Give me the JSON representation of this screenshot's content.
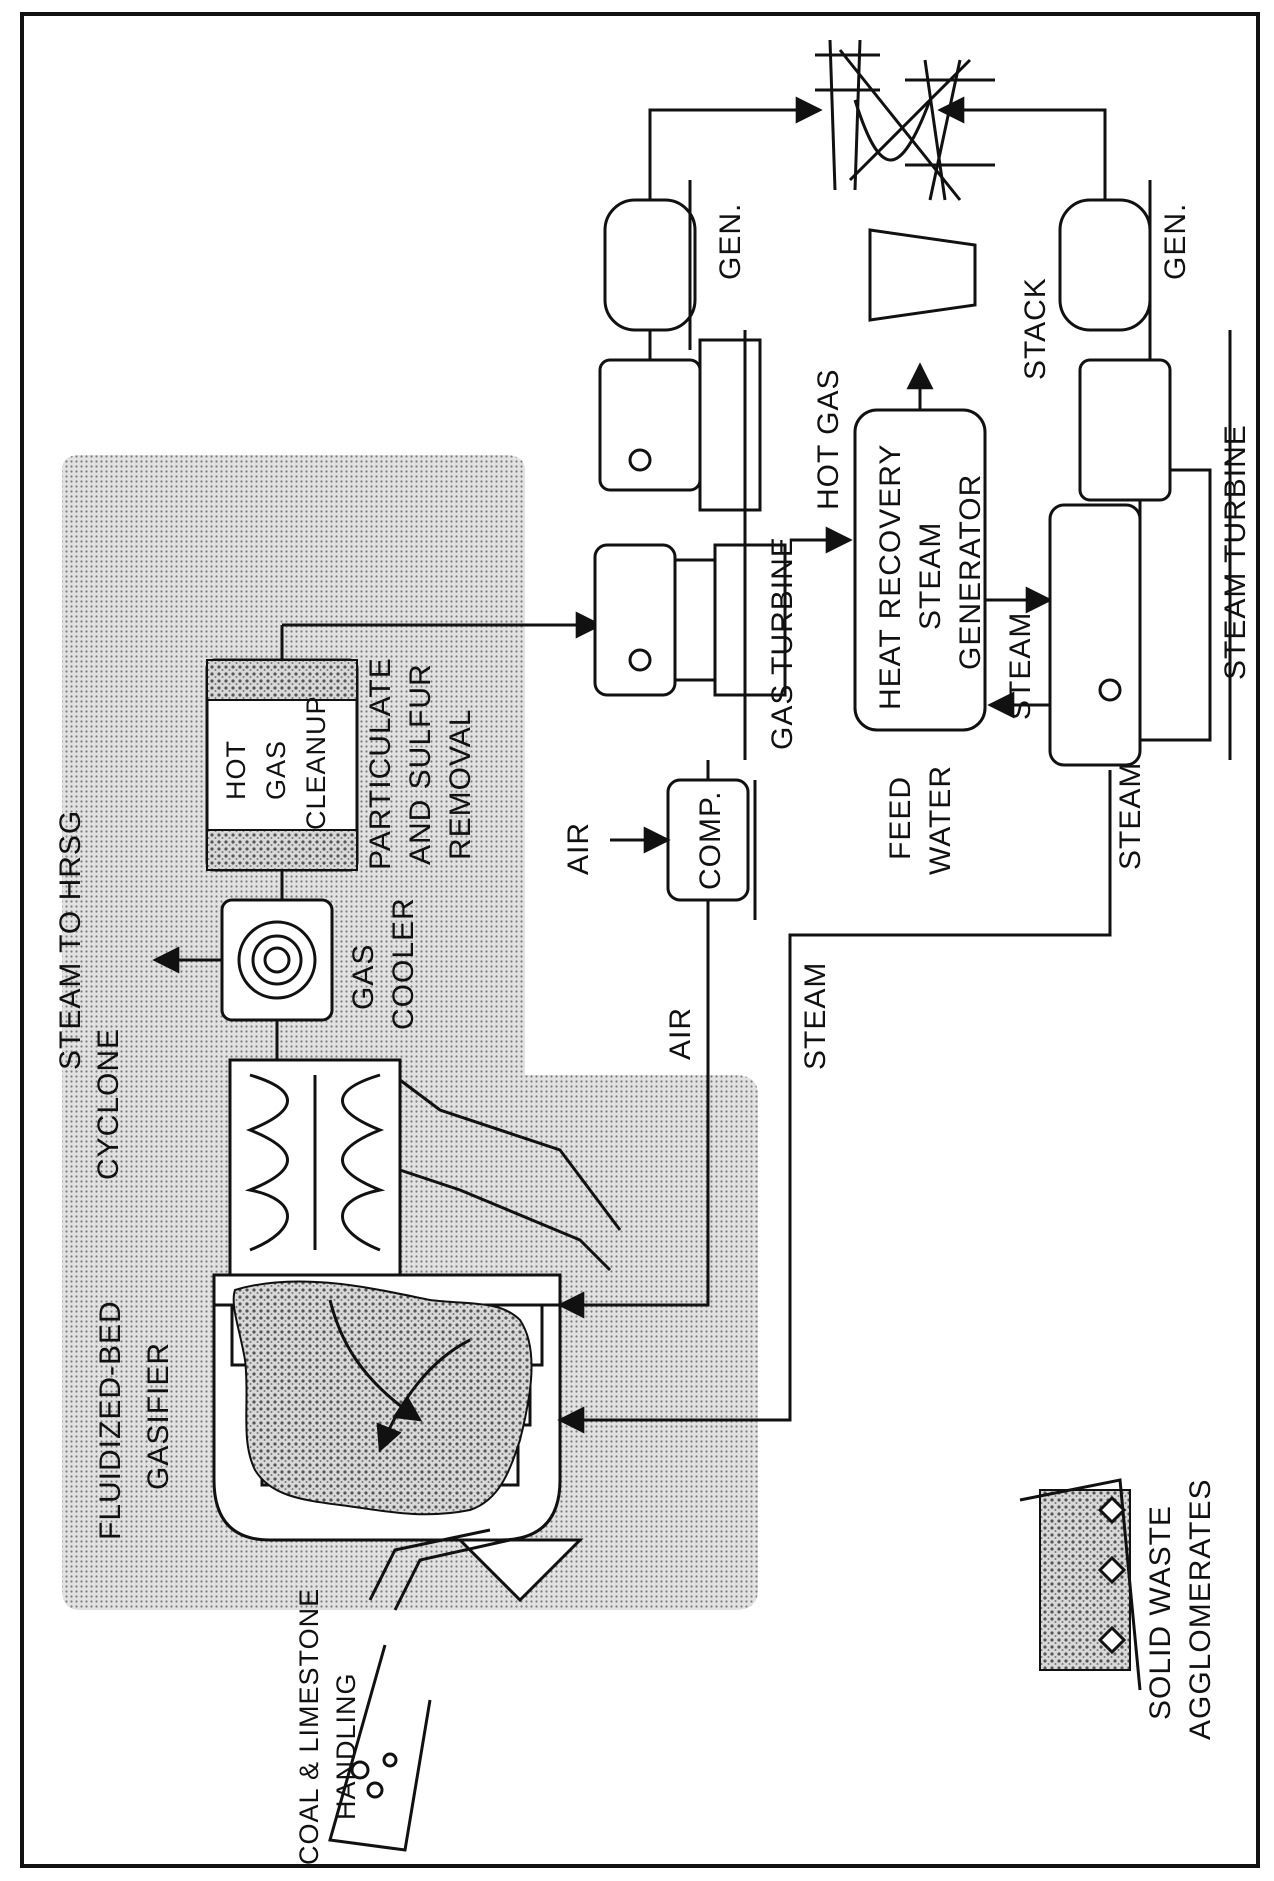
{
  "diagram": {
    "labels": {
      "fluidized_bed_gasifier_1": "FLUIDIZED-BED",
      "fluidized_bed_gasifier_2": "GASIFIER",
      "cyclone": "CYCLONE",
      "steam_to_hrsg": "STEAM TO HRSG",
      "gas_cooler_1": "GAS",
      "gas_cooler_2": "COOLER",
      "hot_gas_cleanup_1": "HOT",
      "hot_gas_cleanup_2": "GAS",
      "hot_gas_cleanup_3": "CLEANUP",
      "particulate_1": "PARTICULATE",
      "particulate_2": "AND SULFUR",
      "particulate_3": "REMOVAL",
      "air_in": "AIR",
      "comp": "COMP.",
      "air_line": "AIR",
      "steam_line": "STEAM",
      "gas_turbine": "GAS TURBINE",
      "hot_gas": "HOT GAS",
      "hrsg_1": "HEAT RECOVERY",
      "hrsg_2": "STEAM",
      "hrsg_3": "GENERATOR",
      "feed_water_1": "FEED",
      "feed_water_2": "WATER",
      "steam_a": "STEAM",
      "steam_b": "STEAM",
      "steam_turbine": "STEAM TURBINE",
      "stack": "STACK",
      "gen_top": "GEN.",
      "gen_bottom": "GEN.",
      "coal_1": "COAL & LIMESTONE",
      "coal_2": "HANDLING",
      "solid_1": "SOLID WASTE",
      "solid_2": "AGGLOMERATES"
    },
    "colors": {
      "ink": "#111111",
      "shade": "#c8c8c8",
      "paper": "#ffffff"
    }
  }
}
